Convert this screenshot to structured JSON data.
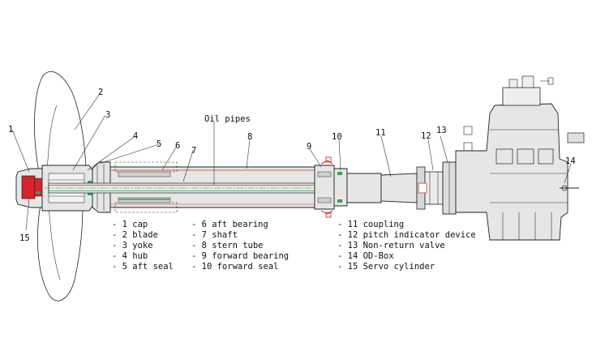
{
  "diagram": {
    "callout_numbers": [
      "1",
      "2",
      "3",
      "4",
      "5",
      "6",
      "7",
      "8",
      "9",
      "10",
      "11",
      "12",
      "13",
      "14",
      "15"
    ],
    "oil_pipes_label": "Oil pipes",
    "legend": {
      "col1": [
        "- 1 cap",
        "- 2 blade",
        "- 3 yoke",
        "- 4 hub",
        "- 5 aft seal"
      ],
      "col2": [
        "- 6 aft bearing",
        "- 7 shaft",
        "- 8 stern tube",
        "- 9 forward bearing",
        "- 10 forward seal"
      ],
      "col3": [
        "- 11 coupling",
        "- 12 pitch indicator device",
        "- 13 Non-return valve",
        "- 14 OD-Box",
        "- 15 Servo cylinder"
      ]
    },
    "colors": {
      "line": "#222222",
      "servo_red": "#d9232d",
      "seal_green": "#2fa84f",
      "oil_pipe_red": "#c0392b",
      "shaft_fill": "#e8e8e8"
    }
  }
}
